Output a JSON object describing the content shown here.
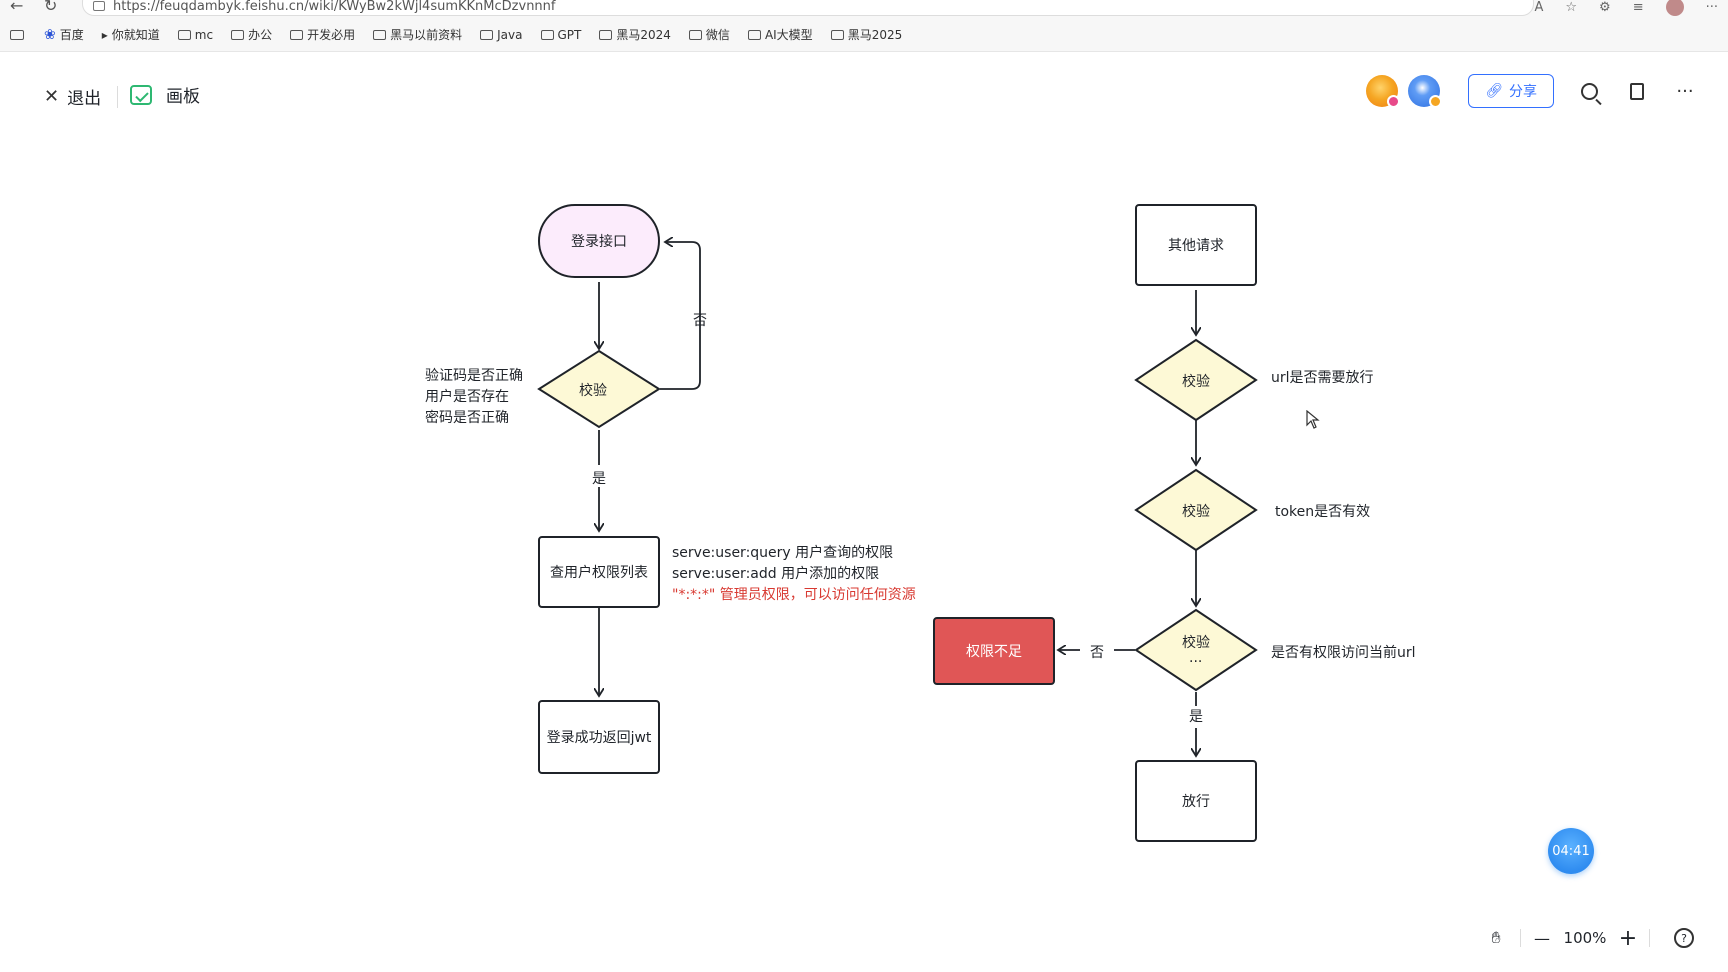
{
  "browser": {
    "url": "https://feuqdambyk.feishu.cn/wiki/KWyBw2kWjl4sumKKnMcDzvnnnf",
    "bookmarks": [
      "百度",
      "你就知道",
      "mc",
      "办公",
      "开发必用",
      "黑马以前资料",
      "Java",
      "GPT",
      "黑马2024",
      "微信",
      "AI大模型",
      "黑马2025"
    ]
  },
  "header": {
    "exit_label": "退出",
    "board_label": "画板",
    "share_label": "分享"
  },
  "flow_left": {
    "login": "登录接口",
    "check": "校验",
    "check_note": [
      "验证码是否正确",
      "用户是否存在",
      "密码是否正确"
    ],
    "no_label": "否",
    "yes_label": "是",
    "query": "查用户权限列表",
    "perm_notes": [
      "serve:user:query   用户查询的权限",
      "serve:user:add   用户添加的权限"
    ],
    "perm_admin": "\"*:*:*\"  管理员权限，可以访问任何资源",
    "success": "登录成功返回jwt"
  },
  "flow_right": {
    "other": "其他请求",
    "check1": "校验",
    "check1_note": "url是否需要放行",
    "check2": "校验",
    "check2_note": "token是否有效",
    "check3": "校验",
    "check3_sub": "...",
    "check3_note": "是否有权限访问当前url",
    "no_label": "否",
    "deny": "权限不足",
    "yes_label": "是",
    "pass": "放行"
  },
  "controls": {
    "timer": "04:41",
    "zoom": "100%"
  },
  "colors": {
    "diamond_fill": "#fdf9d6",
    "pill_fill": "#fcecfc",
    "deny_fill": "#e05656",
    "accent": "#3370ff"
  }
}
